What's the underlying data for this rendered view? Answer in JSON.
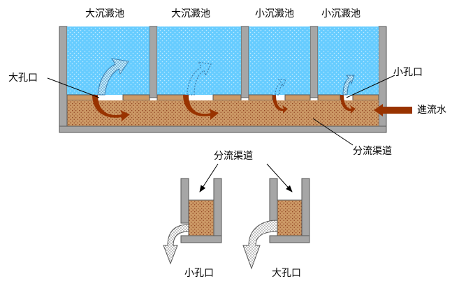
{
  "basins": [
    {
      "label": "大沉澱池"
    },
    {
      "label": "大沉澱池"
    },
    {
      "label": "小沉澱池"
    },
    {
      "label": "小沉澱池"
    }
  ],
  "annotations": {
    "large_orifice_left": "大孔口",
    "small_orifice_right": "小孔口",
    "inflow": "進流水",
    "channel": "分流渠道"
  },
  "detail": {
    "channel_label": "分流渠道",
    "left_caption": "小孔口",
    "right_caption": "大孔口"
  },
  "colors": {
    "wall": "#a6a6a6",
    "water": "#66ccff",
    "channel": "#cc9966",
    "dots": "#8b3a1a",
    "arrow": "#993300"
  }
}
